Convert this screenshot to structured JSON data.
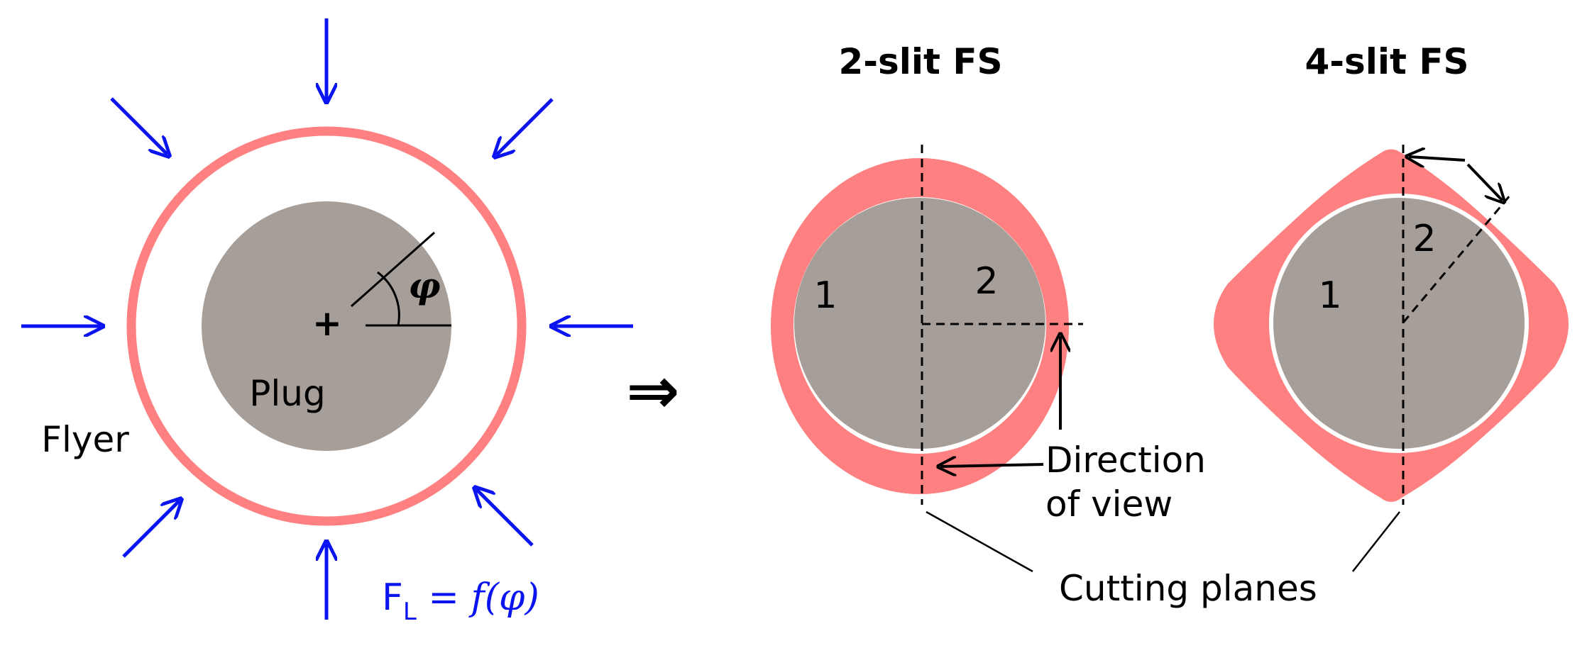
{
  "labels": {
    "flyer": "Flyer",
    "plug": "Plug",
    "phi": "φ",
    "center_mark": "+",
    "force_F": "F",
    "force_sub": "L",
    "force_rhs": " = f(φ)",
    "implies": "⇒",
    "two_slit_title": "2-slit FS",
    "four_slit_title": "4-slit FS",
    "two_slit_region_1": "1",
    "two_slit_region_2": "2",
    "four_slit_region_1": "1",
    "four_slit_region_2": "2",
    "direction_line1": "Direction",
    "direction_line2": "of view",
    "cutting_planes": "Cutting planes"
  },
  "colors": {
    "flyer": "#FF8080",
    "plug": "#A69E98",
    "arrow_blue": "#0A14F0",
    "line": "#000000"
  },
  "icons": {
    "pressure_arrow": "arrow-icon",
    "implies": "double-arrow-right-icon"
  }
}
